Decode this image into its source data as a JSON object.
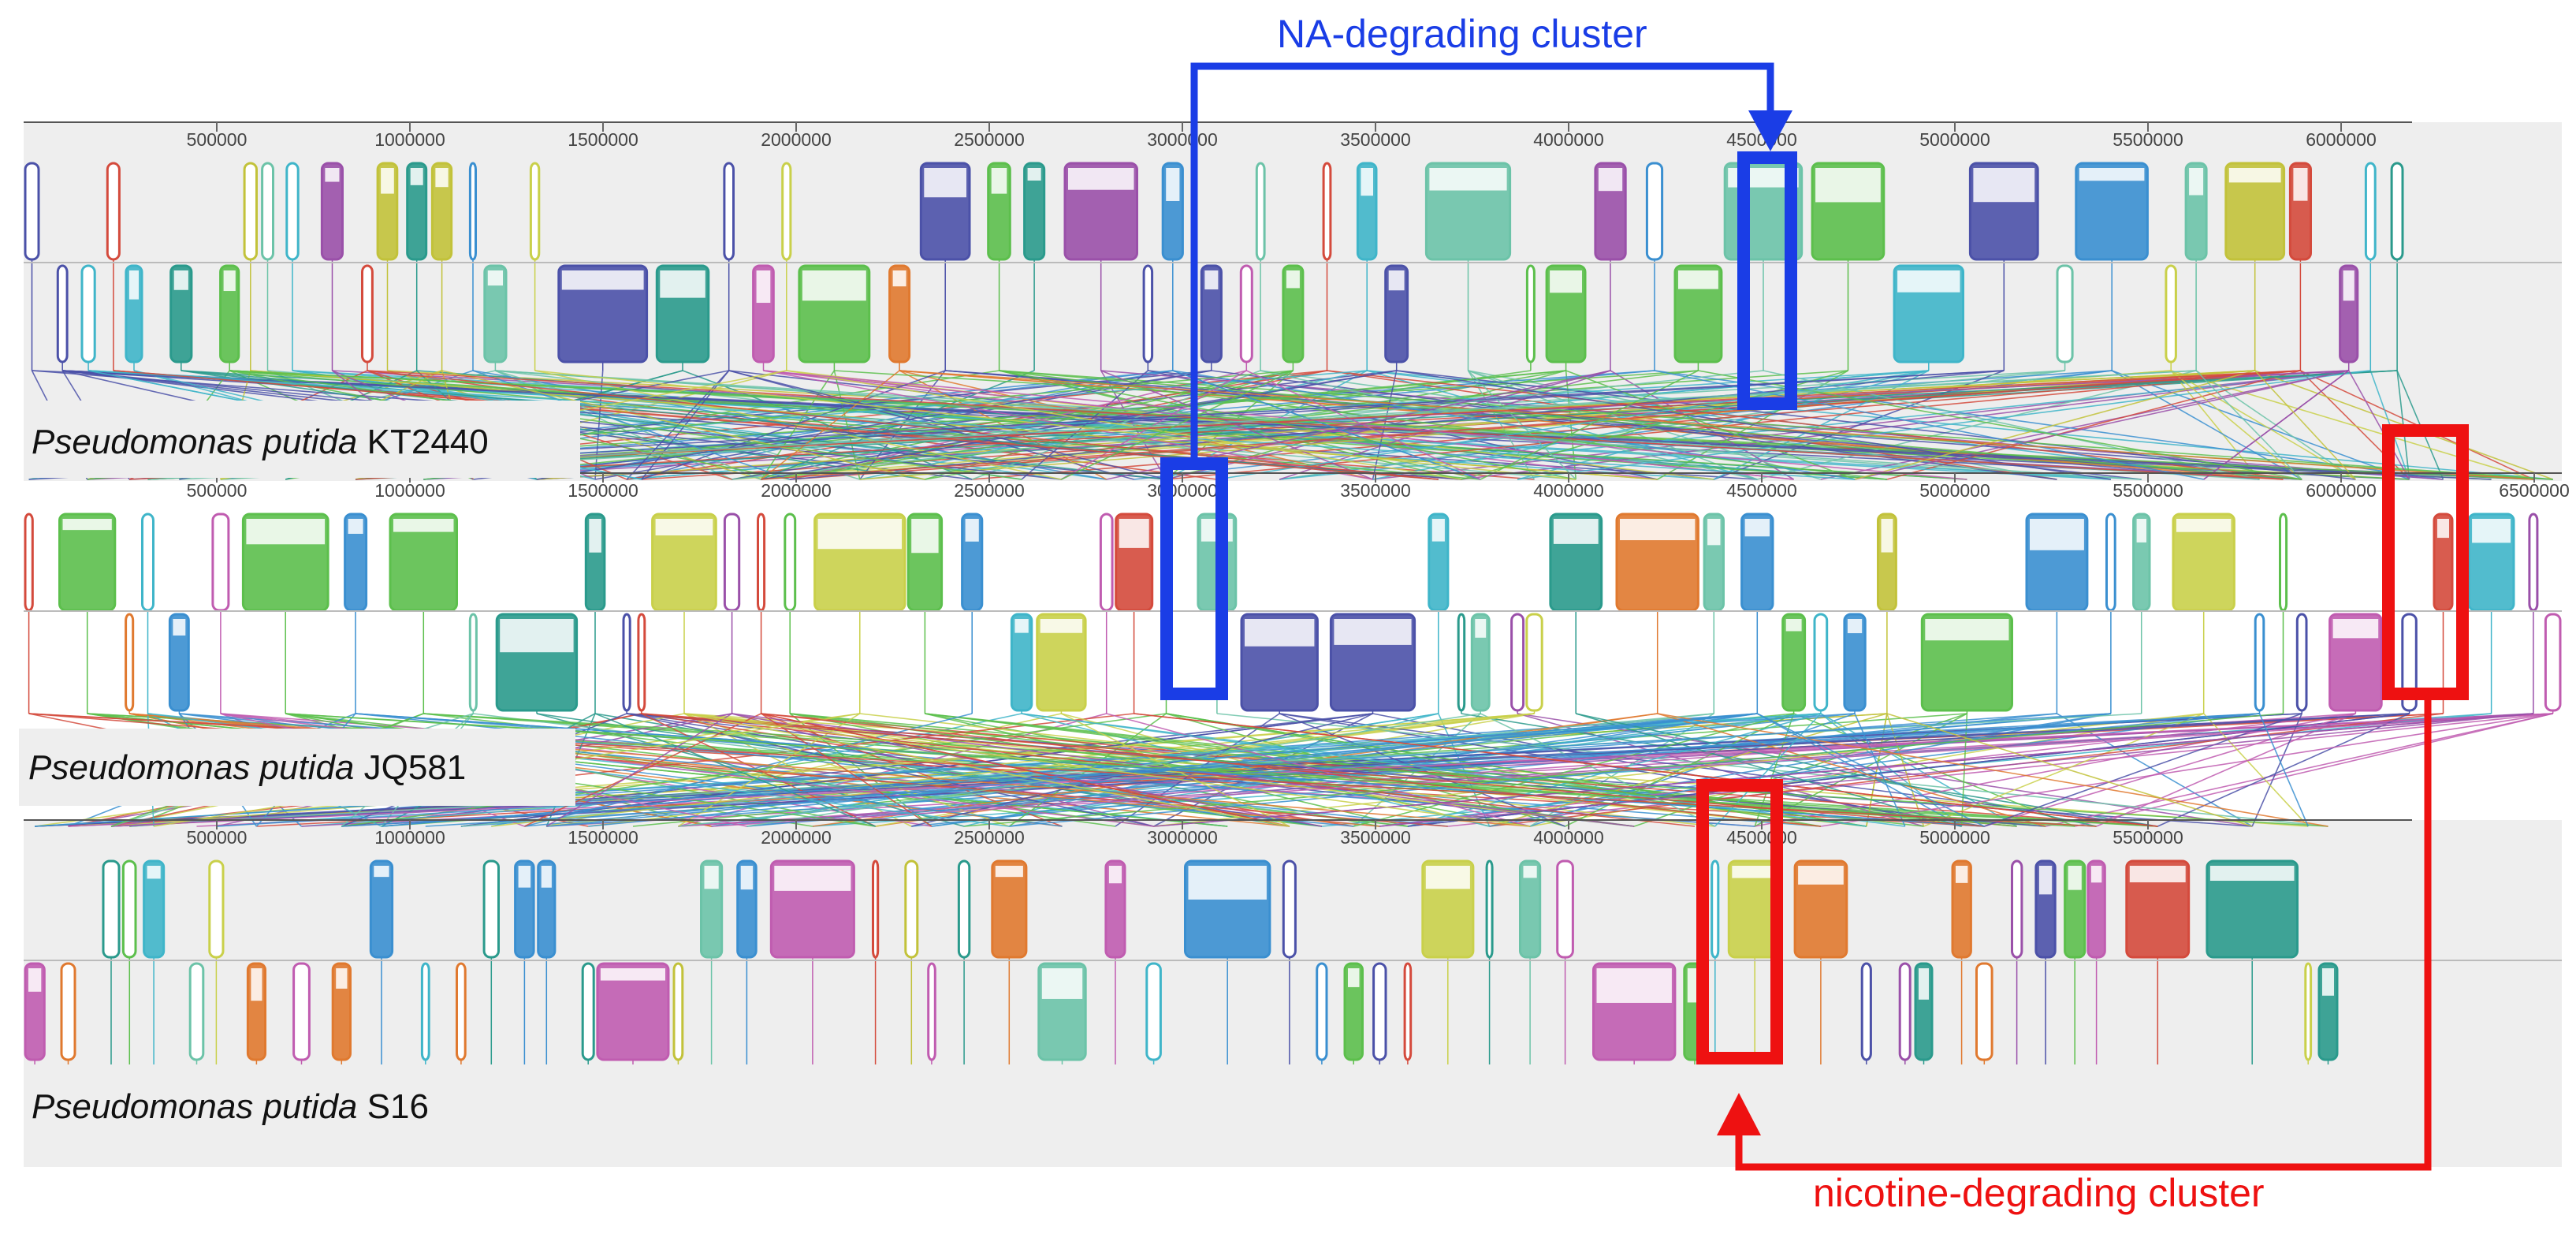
{
  "callouts": {
    "na_cluster": {
      "label": "NA-degrading cluster",
      "color": "#1a3de6"
    },
    "nicotine_cluster": {
      "label": "nicotine-degrading cluster",
      "color": "#ee1111"
    }
  },
  "genomes": [
    {
      "species": "Pseudomonas putida",
      "strain": "KT2440",
      "ticks": [
        "500000",
        "1000000",
        "1500000",
        "2000000",
        "2500000",
        "3000000",
        "3500000",
        "4000000",
        "4500000",
        "5000000",
        "5500000",
        "6000000"
      ]
    },
    {
      "species": "Pseudomonas putida",
      "strain": "JQ581",
      "ticks": [
        "500000",
        "1000000",
        "1500000",
        "2000000",
        "2500000",
        "3000000",
        "3500000",
        "4000000",
        "4500000",
        "5000000",
        "5500000",
        "6000000",
        "6500000"
      ]
    },
    {
      "species": "Pseudomonas putida",
      "strain": "S16",
      "ticks": [
        "500000",
        "1000000",
        "1500000",
        "2000000",
        "2500000",
        "3000000",
        "3500000",
        "4000000",
        "4500000",
        "5000000",
        "5500000"
      ]
    }
  ],
  "palette": [
    "#d44a3c",
    "#3fb5c9",
    "#5cbf4c",
    "#c9d04a",
    "#4b51a8",
    "#c05cb0",
    "#6cc3a8",
    "#e0792f",
    "#3a8fd0",
    "#9a50a9",
    "#2a9a8c",
    "#c2c23a"
  ]
}
